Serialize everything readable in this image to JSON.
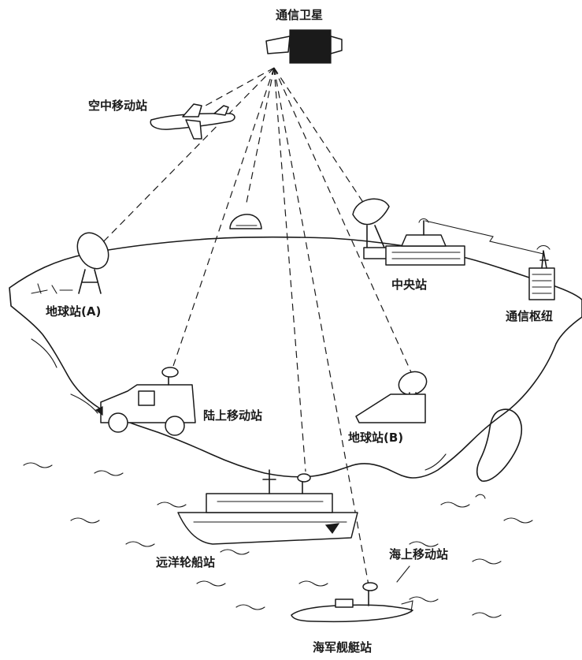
{
  "labels": {
    "satellite": "通信卫星",
    "air_station": "空中移动站",
    "earth_station_a": "地球站(A)",
    "central_station": "中央站",
    "comm_hub": "通信枢纽",
    "land_station": "陆上移动站",
    "earth_station_b": "地球站(B)",
    "ocean_ship": "远洋轮船站",
    "sea_station": "海上移动站",
    "submarine": "海军舰艇站"
  },
  "colors": {
    "ink": "#1a1a1a",
    "background": "#ffffff"
  },
  "icons": [
    "satellite-icon",
    "airplane-icon",
    "dish-antenna-icon",
    "building-icon",
    "van-icon",
    "ship-icon",
    "submarine-icon"
  ]
}
